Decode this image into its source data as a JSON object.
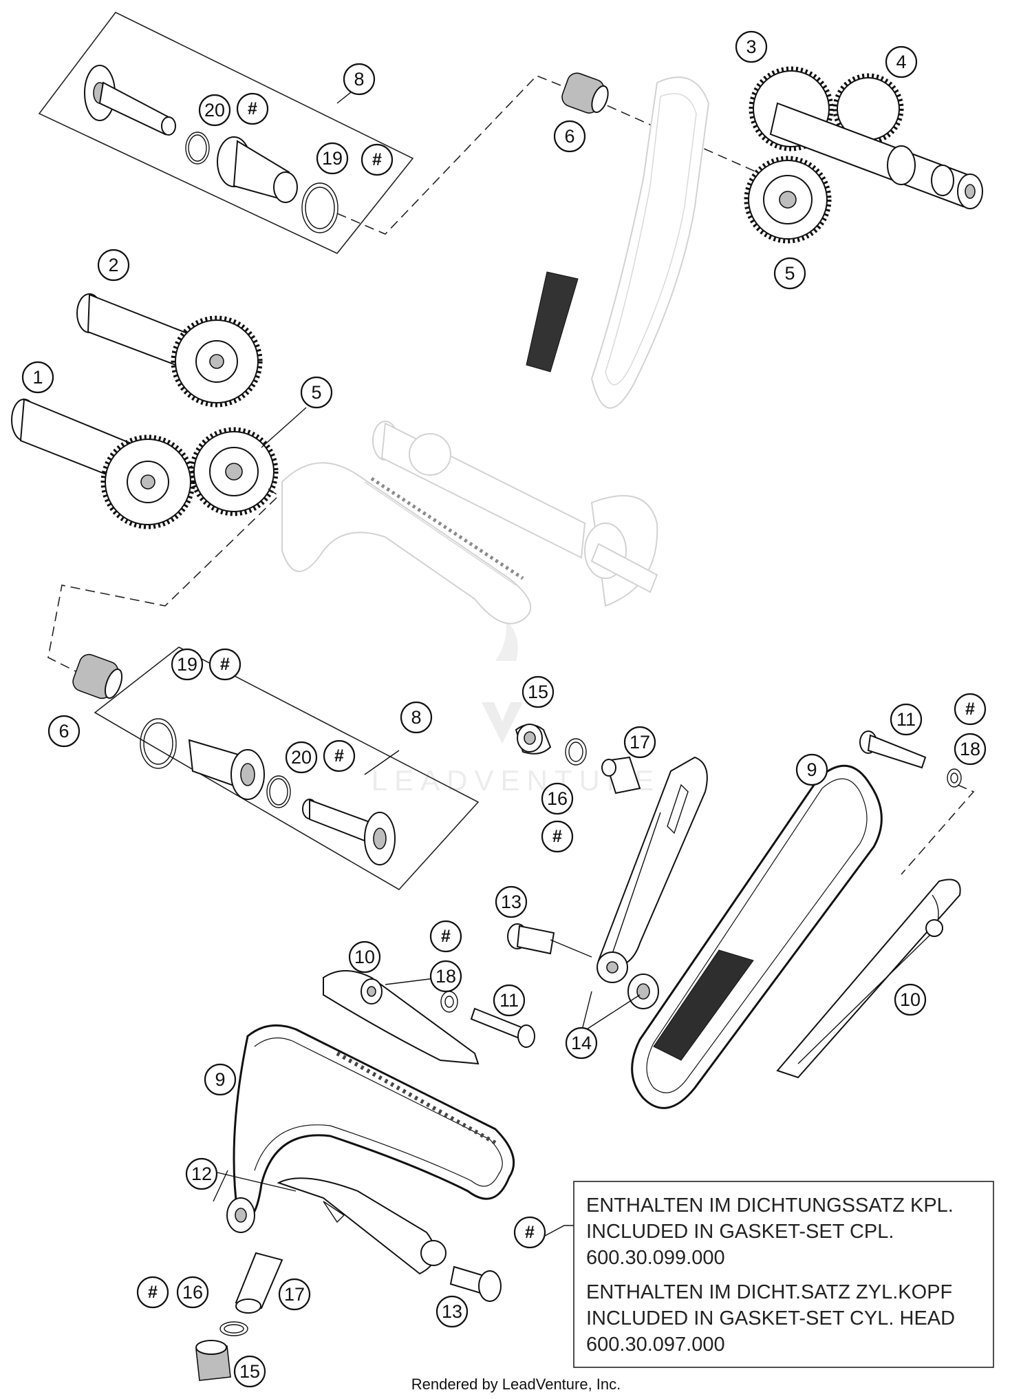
{
  "watermark": "LEADVENTURE",
  "footer": "Rendered by LeadVenture, Inc.",
  "hash_symbol": "#",
  "note": {
    "line1": "ENTHALTEN IM DICHTUNGSSATZ KPL.",
    "line2": "INCLUDED IN GASKET-SET CPL.",
    "line3": "600.30.099.000",
    "line4": "ENTHALTEN IM DICHT.SATZ ZYL.KOPF",
    "line5": "INCLUDED IN GASKET-SET CYL. HEAD",
    "line6": "600.30.097.000"
  },
  "callouts": {
    "c1": "1",
    "c2": "2",
    "c3": "3",
    "c4": "4",
    "c5a": "5",
    "c5b": "5",
    "c6a": "6",
    "c6b": "6",
    "c8a": "8",
    "c8b": "8",
    "c9a": "9",
    "c9b": "9",
    "c10a": "10",
    "c10b": "10",
    "c11a": "11",
    "c11b": "11",
    "c12": "12",
    "c13a": "13",
    "c13b": "13",
    "c14": "14",
    "c15a": "15",
    "c15b": "15",
    "c16a": "16",
    "c16b": "16",
    "c17a": "17",
    "c17b": "17",
    "c18a": "18",
    "c18b": "18",
    "c19a": "19",
    "c19b": "19",
    "c20a": "20",
    "c20b": "20"
  }
}
